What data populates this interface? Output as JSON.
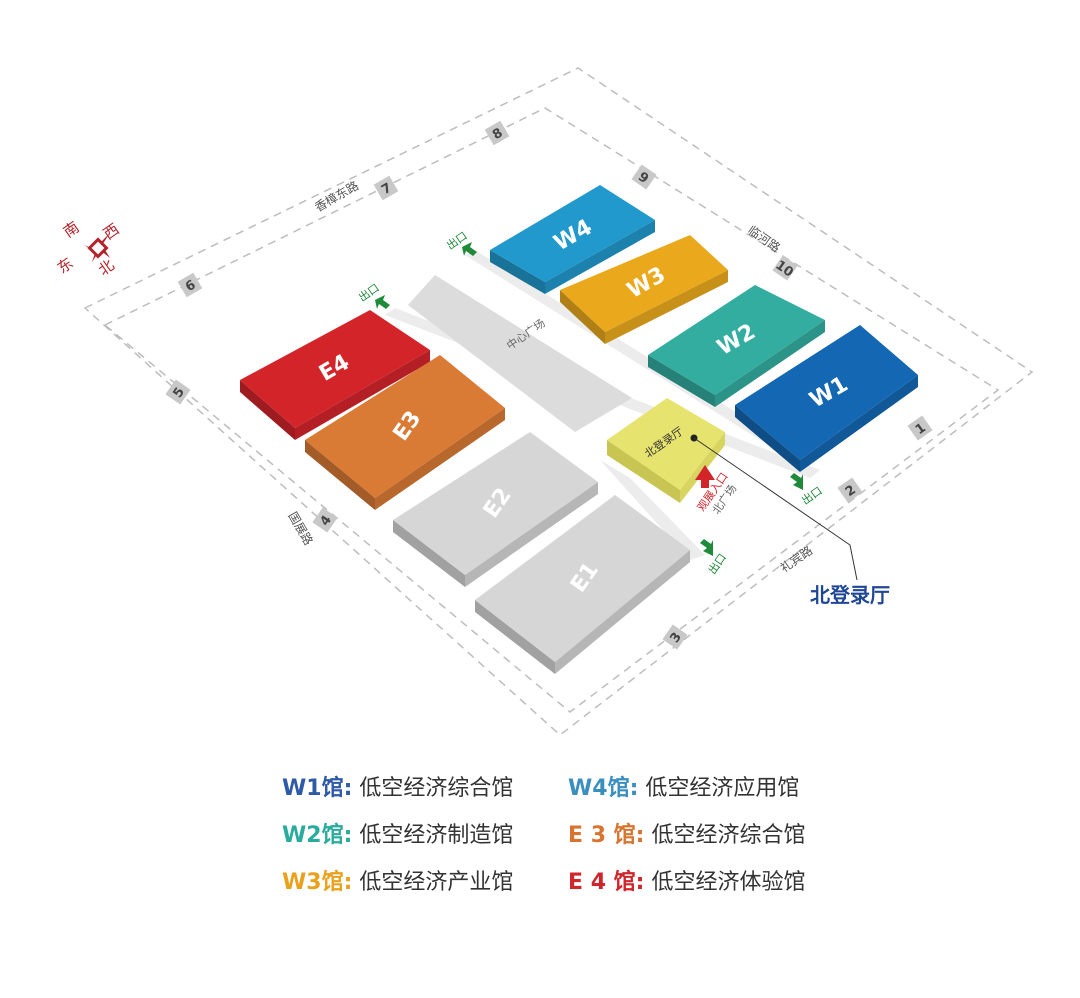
{
  "compass": {
    "south": "南",
    "west": "西",
    "east": "东",
    "north": "北"
  },
  "roads": {
    "top": "香樟东路",
    "right": "临河路",
    "left": "国展路",
    "bottom": "礼宾路"
  },
  "gates": [
    "1",
    "2",
    "3",
    "4",
    "5",
    "6",
    "7",
    "8",
    "9",
    "10"
  ],
  "halls": {
    "E1": {
      "label": "E1",
      "color": "#d6d6d6"
    },
    "E2": {
      "label": "E2",
      "color": "#d6d6d6"
    },
    "E3": {
      "label": "E3",
      "color": "#d97a35"
    },
    "E4": {
      "label": "E4",
      "color": "#d3242a"
    },
    "W1": {
      "label": "W1",
      "color": "#1467b3"
    },
    "W2": {
      "label": "W2",
      "color": "#33ada0"
    },
    "W3": {
      "label": "W3",
      "color": "#eaa91c"
    },
    "W4": {
      "label": "W4",
      "color": "#2199cc"
    }
  },
  "plaza": {
    "center": "中心广场",
    "north": "北广场"
  },
  "registration": {
    "label": "北登录厅",
    "callout": "北登录厅",
    "color": "#e6e36e"
  },
  "entrance": "观展入口",
  "exit_label": "出口",
  "legend": [
    {
      "name": "W1馆:",
      "desc": "低空经济综合馆",
      "color": "#2f5aa6"
    },
    {
      "name": "W4馆:",
      "desc": "低空经济应用馆",
      "color": "#3a8fbf"
    },
    {
      "name": "W2馆:",
      "desc": "低空经济制造馆",
      "color": "#2aab9c"
    },
    {
      "name": "E 3 馆:",
      "desc": "低空经济综合馆",
      "color": "#d9742f"
    },
    {
      "name": "W3馆:",
      "desc": "低空经济产业馆",
      "color": "#e9a21e"
    },
    {
      "name": "E 4 馆:",
      "desc": "低空经济体验馆",
      "color": "#cf262c"
    }
  ]
}
